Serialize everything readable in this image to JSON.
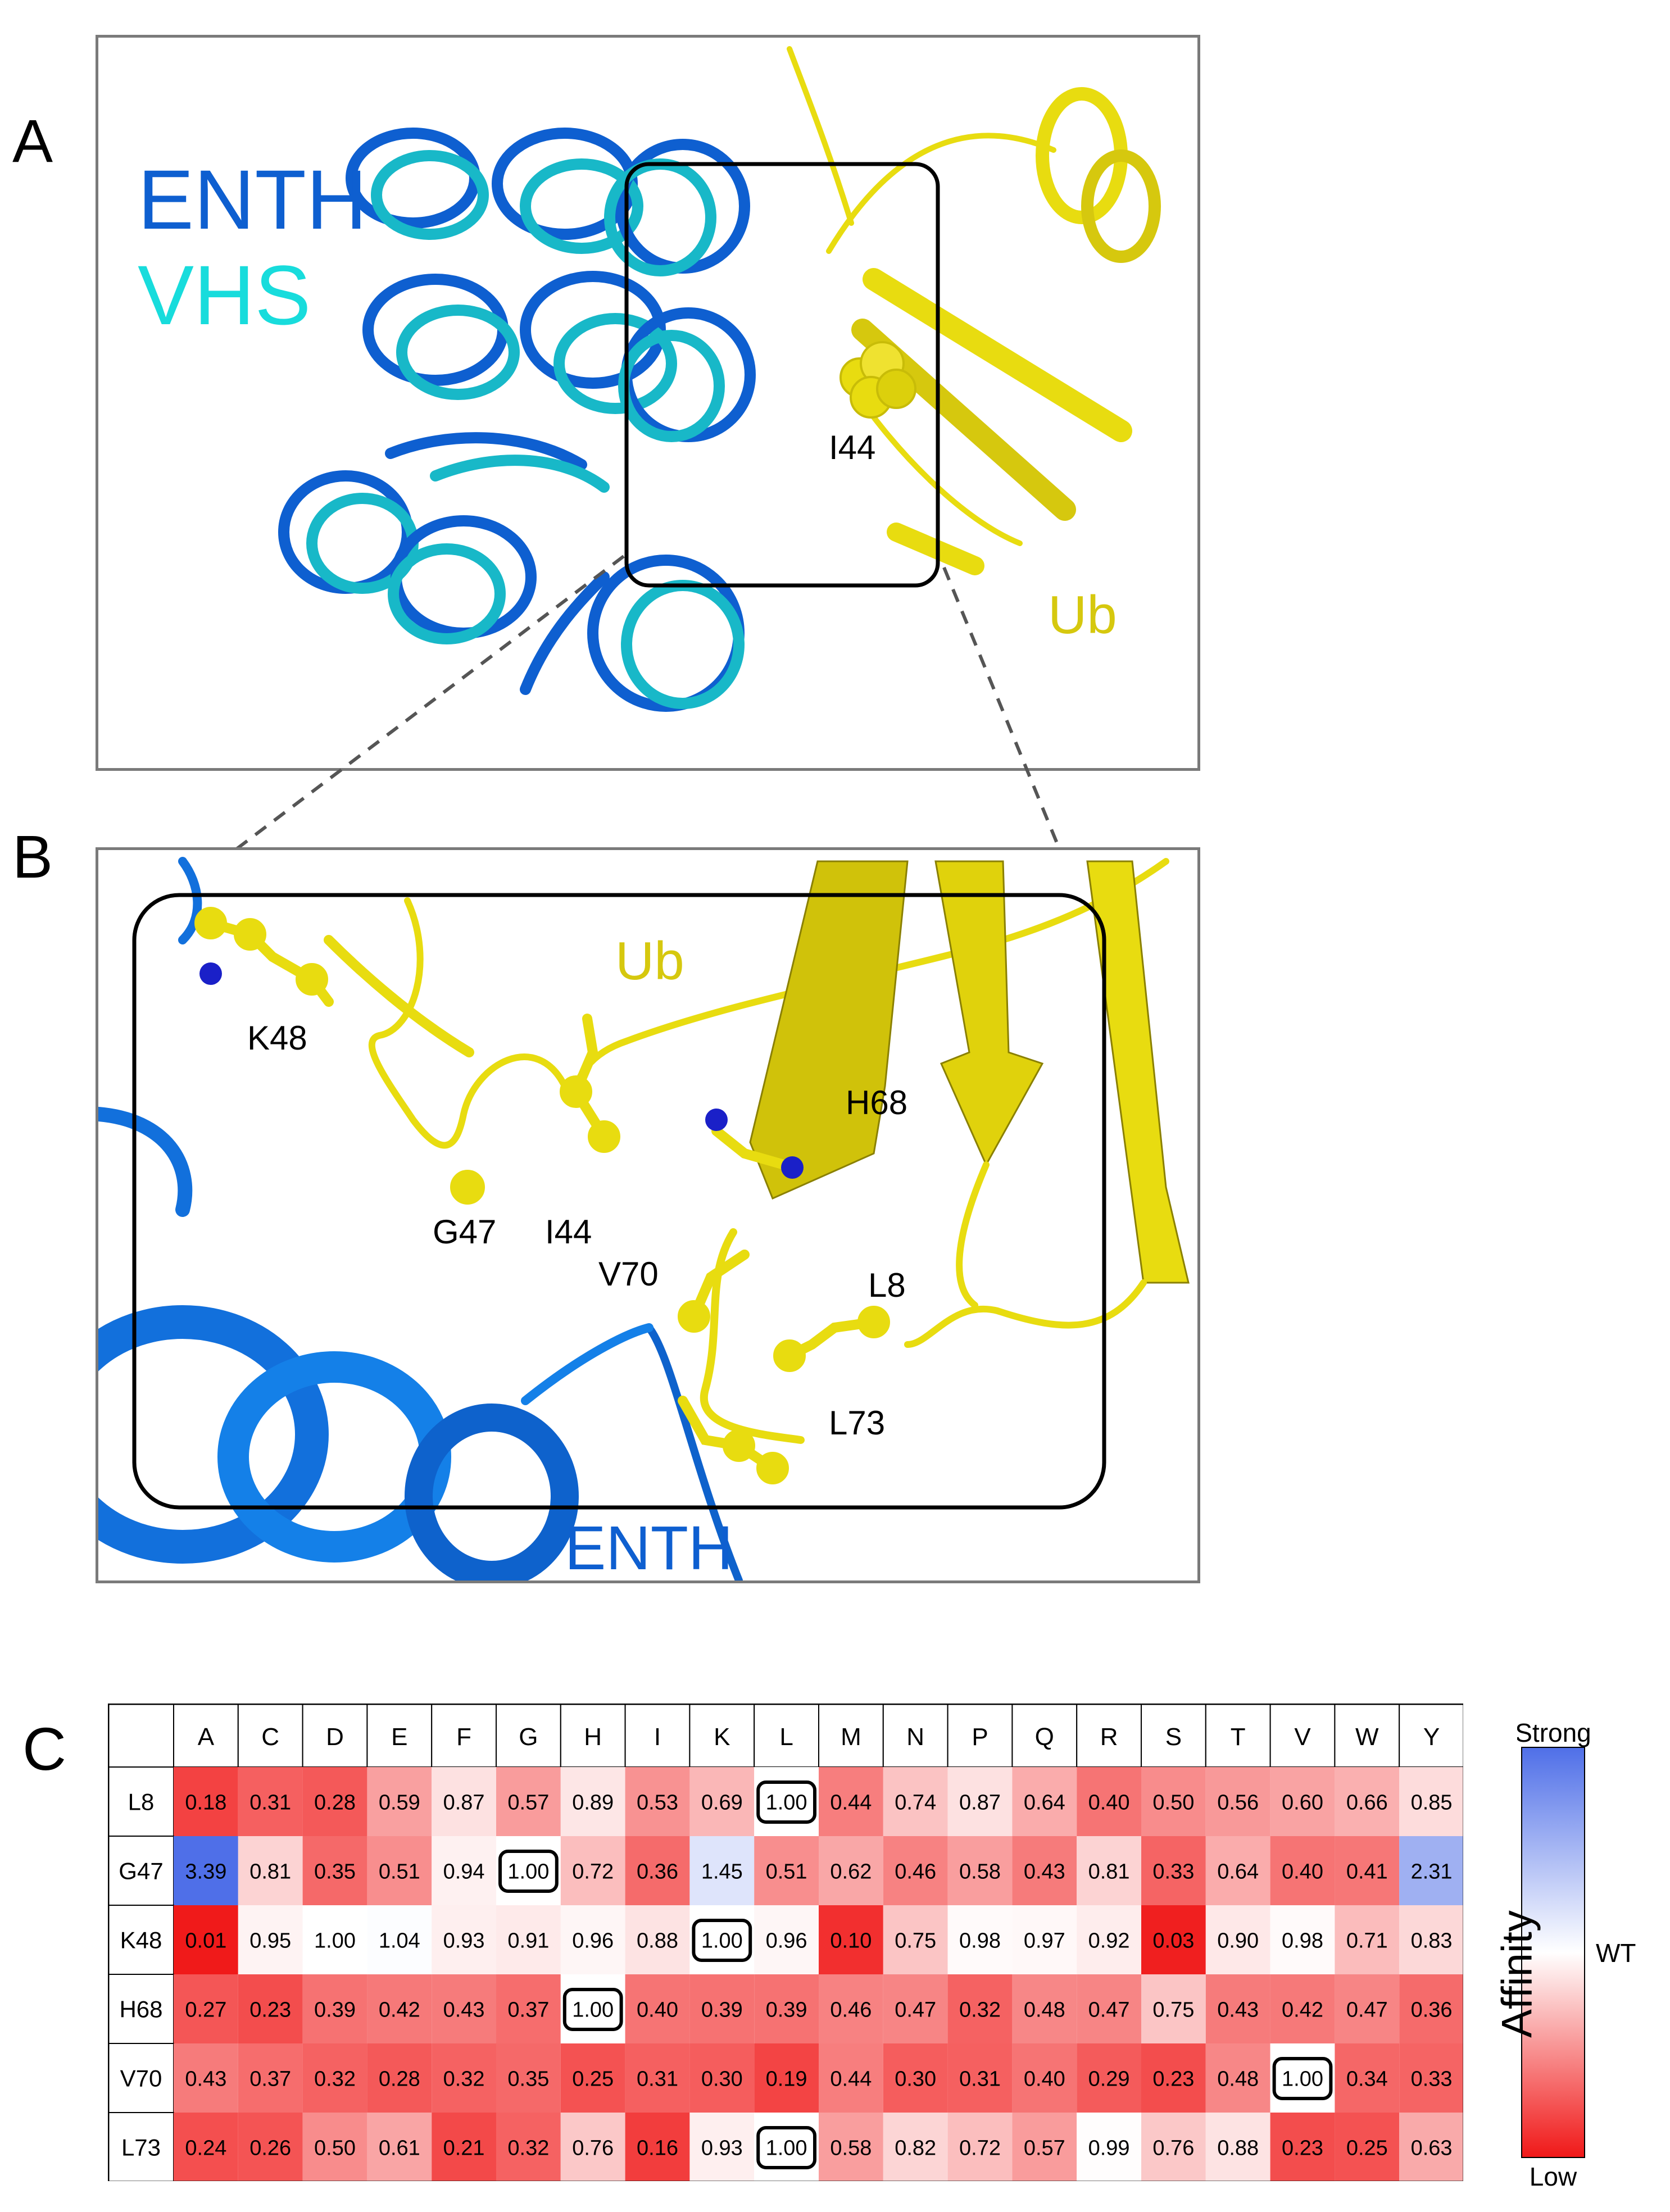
{
  "panels": {
    "a": {
      "letter": "A",
      "labels": {
        "enth": "ENTH",
        "vhs": "VHS",
        "i44": "I44",
        "ub": "Ub"
      }
    },
    "b": {
      "letter": "B",
      "labels": {
        "ub": "Ub",
        "k48": "K48",
        "g47": "G47",
        "i44": "I44",
        "h68": "H68",
        "v70": "V70",
        "l8": "L8",
        "l73": "L73",
        "enth": "ENTH"
      }
    },
    "c": {
      "letter": "C"
    }
  },
  "colors": {
    "enth_blue": "#0e5fd0",
    "vhs_cyan": "#18dcdc",
    "ub_yellow": "#e8dc10",
    "strong": "#4f6fe8",
    "wt": "#ffffff",
    "low": "#f01818"
  },
  "chart_data": {
    "type": "heatmap",
    "columns": [
      "A",
      "C",
      "D",
      "E",
      "F",
      "G",
      "H",
      "I",
      "K",
      "L",
      "M",
      "N",
      "P",
      "Q",
      "R",
      "S",
      "T",
      "V",
      "W",
      "Y"
    ],
    "rows": [
      {
        "label": "L8",
        "wt": "L",
        "values": [
          "0.18",
          "0.31",
          "0.28",
          "0.59",
          "0.87",
          "0.57",
          "0.89",
          "0.53",
          "0.69",
          "1.00",
          "0.44",
          "0.74",
          "0.87",
          "0.64",
          "0.40",
          "0.50",
          "0.56",
          "0.60",
          "0.66",
          "0.85"
        ]
      },
      {
        "label": "G47",
        "wt": "G",
        "values": [
          "3.39",
          "0.81",
          "0.35",
          "0.51",
          "0.94",
          "1.00",
          "0.72",
          "0.36",
          "1.45",
          "0.51",
          "0.62",
          "0.46",
          "0.58",
          "0.43",
          "0.81",
          "0.33",
          "0.64",
          "0.40",
          "0.41",
          "2.31"
        ]
      },
      {
        "label": "K48",
        "wt": "K",
        "values": [
          "0.01",
          "0.95",
          "1.00",
          "1.04",
          "0.93",
          "0.91",
          "0.96",
          "0.88",
          "1.00",
          "0.96",
          "0.10",
          "0.75",
          "0.98",
          "0.97",
          "0.92",
          "0.03",
          "0.90",
          "0.98",
          "0.71",
          "0.83"
        ]
      },
      {
        "label": "H68",
        "wt": "H",
        "values": [
          "0.27",
          "0.23",
          "0.39",
          "0.42",
          "0.43",
          "0.37",
          "1.00",
          "0.40",
          "0.39",
          "0.39",
          "0.46",
          "0.47",
          "0.32",
          "0.48",
          "0.47",
          "0.75",
          "0.43",
          "0.42",
          "0.47",
          "0.36"
        ]
      },
      {
        "label": "V70",
        "wt": "V",
        "values": [
          "0.43",
          "0.37",
          "0.32",
          "0.28",
          "0.32",
          "0.35",
          "0.25",
          "0.31",
          "0.30",
          "0.19",
          "0.44",
          "0.30",
          "0.31",
          "0.40",
          "0.29",
          "0.23",
          "0.48",
          "1.00",
          "0.34",
          "0.33"
        ]
      },
      {
        "label": "L73",
        "wt": "L",
        "values": [
          "0.24",
          "0.26",
          "0.50",
          "0.61",
          "0.21",
          "0.32",
          "0.76",
          "0.16",
          "0.93",
          "1.00",
          "0.58",
          "0.82",
          "0.72",
          "0.57",
          "0.99",
          "0.76",
          "0.88",
          "0.23",
          "0.25",
          "0.63"
        ]
      }
    ],
    "colorbar": {
      "title": "Affinity",
      "top_label": "Strong",
      "mid_label": "WT",
      "bottom_label": "Low"
    }
  }
}
